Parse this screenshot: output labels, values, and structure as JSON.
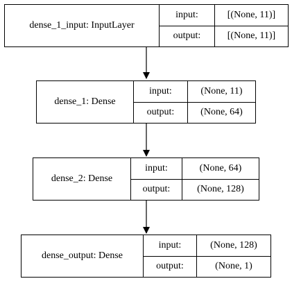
{
  "nodes": [
    {
      "name": "dense_1_input: InputLayer",
      "input_label": "input:",
      "input_value": "[(None, 11)]",
      "output_label": "output:",
      "output_value": "[(None, 11)]"
    },
    {
      "name": "dense_1: Dense",
      "input_label": "input:",
      "input_value": "(None, 11)",
      "output_label": "output:",
      "output_value": "(None, 64)"
    },
    {
      "name": "dense_2: Dense",
      "input_label": "input:",
      "input_value": "(None, 64)",
      "output_label": "output:",
      "output_value": "(None, 128)"
    },
    {
      "name": "dense_output: Dense",
      "input_label": "input:",
      "input_value": "(None, 128)",
      "output_label": "output:",
      "output_value": "(None, 1)"
    }
  ]
}
